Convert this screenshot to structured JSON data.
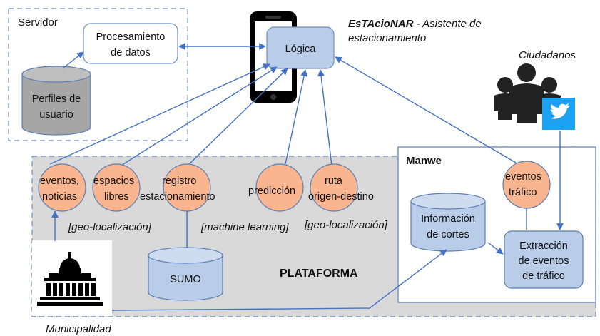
{
  "title": {
    "brand": "EsTAcioNAR",
    "rest_line1": " - Asistente de",
    "line2": "estacionamiento"
  },
  "server": {
    "label": "Servidor",
    "processing_line1": "Procesamiento",
    "processing_line2": "de datos",
    "profiles_line1": "Perfiles de",
    "profiles_line2": "usuario"
  },
  "logic": {
    "label": "Lógica"
  },
  "citizens": {
    "label": "Ciudadanos"
  },
  "manwe": {
    "label": "Manwe",
    "cuts_line1": "Información",
    "cuts_line2": "de cortes",
    "extract_line1": "Extracción",
    "extract_line2": "de eventos",
    "extract_line3": "de tráfico",
    "traffic_line1": "eventos",
    "traffic_line2": "tráfico"
  },
  "platform": {
    "label": "PLATAFORMA",
    "events_line1": "eventos,",
    "events_line2": "noticias",
    "spaces_line1": "espacios",
    "spaces_line2": "libres",
    "registry_line1": "registro",
    "registry_line2": "estacionamiento",
    "prediction": "predicción",
    "route_line1": "ruta",
    "route_line2": "origen-destino",
    "geo1": "[geo-localización]",
    "ml": "[machine learning]",
    "geo2": "[geo-localización]",
    "sumo": "SUMO"
  },
  "municipality": {
    "label": "Municipalidad"
  },
  "colors": {
    "node_orange": "#f8b58f",
    "box_blue": "#b9cde8",
    "db_gray": "#a6a6a6",
    "platform_gray": "#d9d9d9",
    "arrow_blue": "#4472c4",
    "twitter_blue": "#1da1f2"
  }
}
